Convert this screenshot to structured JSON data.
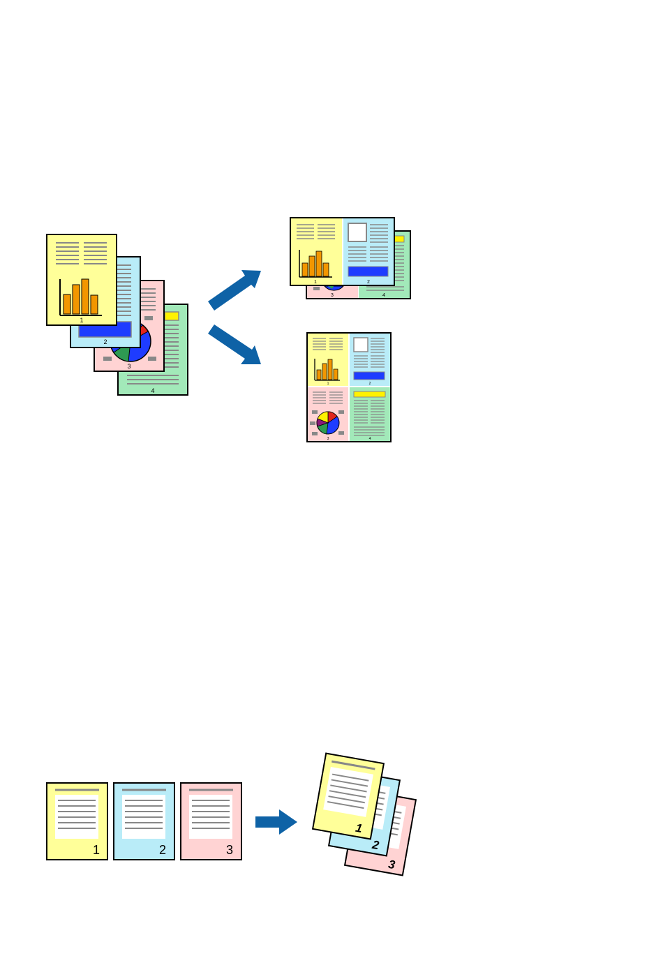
{
  "colors": {
    "yellow": "#ffff99",
    "blue": "#b9ecf8",
    "pink": "#ffd3d3",
    "green": "#a2e9b9",
    "arrow": "#0e62a6",
    "line": "#888888",
    "bar": "#f29600",
    "panel": "#1e3cff",
    "highlight": "#fff200"
  },
  "multi_page": {
    "source_pages": [
      {
        "number": "1",
        "color": "yellow",
        "content": "bar-chart"
      },
      {
        "number": "2",
        "color": "blue",
        "content": "text-with-panel"
      },
      {
        "number": "3",
        "color": "pink",
        "content": "pie-chart"
      },
      {
        "number": "4",
        "color": "green",
        "content": "text-with-highlight"
      }
    ],
    "two_up": {
      "pages": [
        "1",
        "2",
        "3",
        "4"
      ]
    },
    "four_up": {
      "pages": [
        "1",
        "2",
        "3",
        "4"
      ]
    }
  },
  "collate": {
    "source_pages": [
      "1",
      "2",
      "3"
    ],
    "output_pages": [
      "1",
      "2",
      "3"
    ]
  }
}
